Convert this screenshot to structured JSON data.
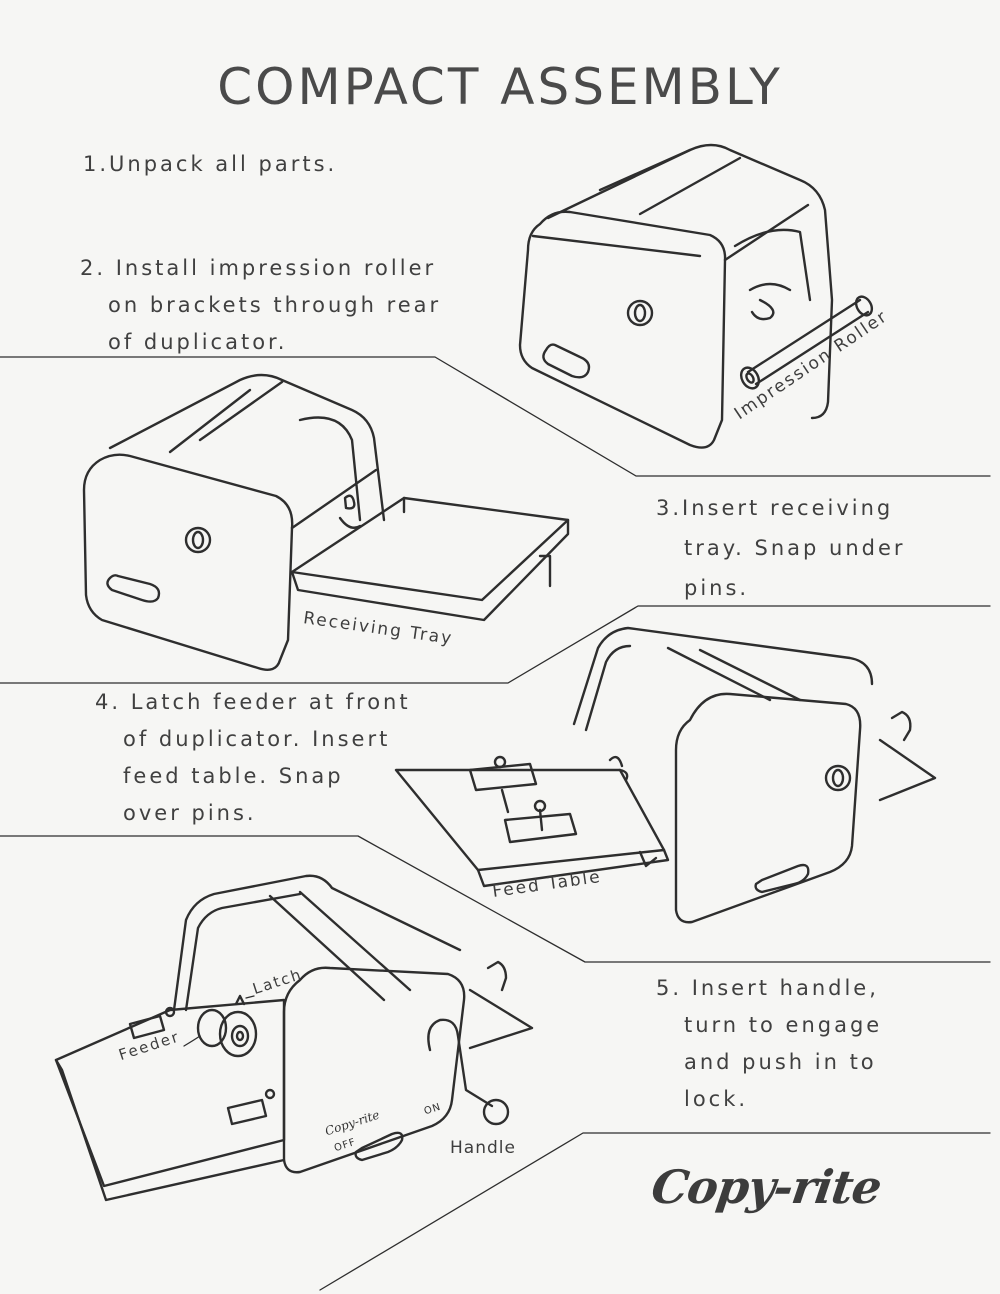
{
  "title": "COMPACT ASSEMBLY",
  "steps": [
    {
      "number": "1.",
      "lines": [
        "Unpack all parts."
      ]
    },
    {
      "number": "2.",
      "lines": [
        "Install impression roller",
        "on brackets through rear",
        "of duplicator."
      ]
    },
    {
      "number": "3.",
      "lines": [
        "Insert receiving",
        "tray. Snap under",
        "pins."
      ]
    },
    {
      "number": "4.",
      "lines": [
        "Latch feeder at front",
        "of duplicator. Insert",
        "feed table. Snap",
        "over pins."
      ]
    },
    {
      "number": "5.",
      "lines": [
        "Insert handle,",
        "turn to engage",
        "and push in to",
        "lock."
      ]
    }
  ],
  "labels": {
    "impression_roller": "Impression Roller",
    "receiving_tray": "Receiving Tray",
    "feed_table": "Feed Table",
    "feeder": "Feeder",
    "latch": "Latch",
    "handle": "Handle",
    "switch_off": "OFF",
    "switch_on": "ON",
    "machine_badge": "Copy-rite"
  },
  "logo": "Copy-rite"
}
